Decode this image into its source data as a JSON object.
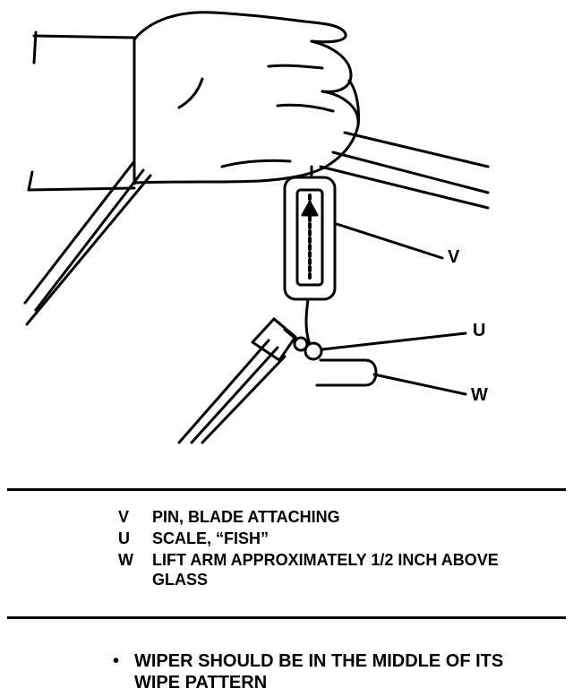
{
  "callouts": {
    "v": "V",
    "u": "U",
    "w": "W"
  },
  "legend": [
    {
      "key": "V",
      "text": "PIN, BLADE ATTACHING"
    },
    {
      "key": "U",
      "text": "SCALE, “FISH”"
    },
    {
      "key": "W",
      "text": "LIFT ARM APPROXIMATELY 1/2 INCH ABOVE GLASS"
    }
  ],
  "note": {
    "bullet": "•",
    "text": "WIPER SHOULD BE IN THE MIDDLE OF ITS WIPE PATTERN"
  }
}
